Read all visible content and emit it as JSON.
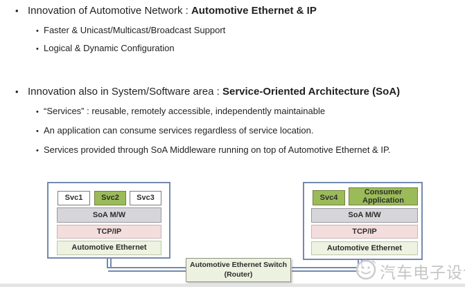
{
  "content": {
    "sections": [
      {
        "prefix": "Innovation of Automotive Network : ",
        "bold": "Automotive Ethernet & IP",
        "subs": [
          "Faster & Unicast/Multicast/Broadcast Support",
          "Logical & Dynamic Configuration"
        ]
      },
      {
        "prefix": "Innovation also in System/Software area : ",
        "bold": "Service-Oriented Architecture (SoA)",
        "subs": [
          "“Services” : reusable, remotely accessible, independently maintainable",
          "An application can consume services regardless of service location.",
          "Services provided through SoA Middleware running on top of Automotive Ethernet & IP."
        ]
      }
    ]
  },
  "diagram": {
    "left_stack": {
      "svc1": "Svc1",
      "svc2": "Svc2",
      "svc3": "Svc3",
      "soa": "SoA M/W",
      "tcpip": "TCP/IP",
      "ethernet": "Automotive Ethernet"
    },
    "right_stack": {
      "svc4": "Svc4",
      "consumer_line1": "Consumer",
      "consumer_line2": "Application",
      "soa": "SoA M/W",
      "tcpip": "TCP/IP",
      "ethernet": "Automotive Ethernet"
    },
    "switch": {
      "line1": "Automotive Ethernet Switch",
      "line2": "(Router)"
    }
  },
  "watermark": {
    "text": "汽车电子设计"
  },
  "colors": {
    "service_green": "#9bbb59",
    "soa_gray": "#d6d6da",
    "tcpip_pink": "#f4dedd",
    "ethernet_green": "#edf2e1",
    "connector_blue": "#7389ad",
    "watermark_gray": "#c5c5c5"
  }
}
